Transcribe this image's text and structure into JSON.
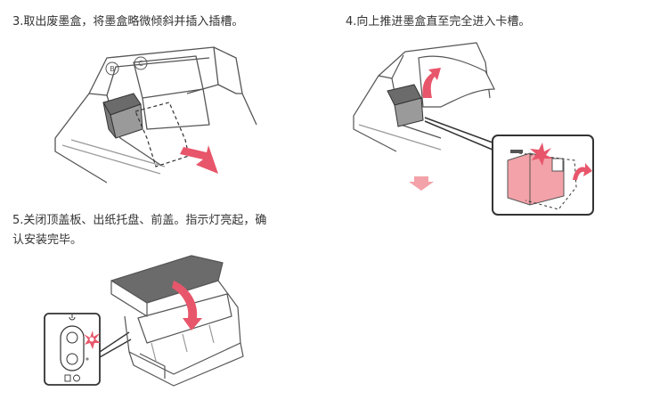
{
  "steps": [
    {
      "number": "3",
      "text": "3.取出废墨盒，将墨盒略微倾斜并插入插槽。"
    },
    {
      "number": "4",
      "text": "4.向上推进墨盒直至完全进入卡槽。"
    },
    {
      "number": "5",
      "text": "5.关闭顶盖板、出纸托盘、前盖。指示灯亮起，确认安装完毕。",
      "lines": [
        "5.关闭顶盖板、出纸托盘、前盖。指示灯亮起，确",
        "认安装完毕。"
      ]
    }
  ],
  "illustrations": {
    "step3": {
      "slot_labels": [
        "B",
        "C"
      ]
    },
    "step5": {
      "panel_icons": [
        "power-icon",
        "wifi-icon",
        "stop-icon",
        "ink-icon",
        "resume-icon"
      ]
    }
  },
  "colors": {
    "arrow_red": "#e8566b",
    "ink_pink": "#f2a2a8",
    "line": "#555555",
    "light_line": "#9a9a9a"
  }
}
